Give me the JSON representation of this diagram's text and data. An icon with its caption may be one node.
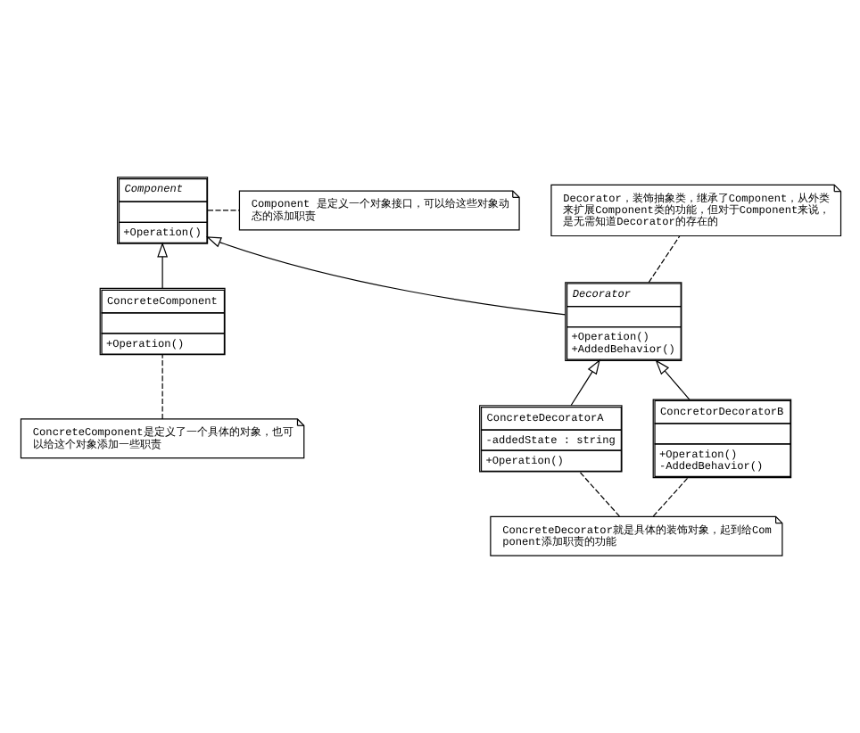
{
  "diagram": {
    "nodes": [
      {
        "text": [
          "Component",
          "+Operation()"
        ]
      },
      {
        "text": [
          "Component 是定义一个对象接口，可以给这些对象动态的添加职责"
        ]
      },
      {
        "text": [
          "ConcreteComponent",
          "+Operation()"
        ]
      },
      {
        "text": [
          "Decorator",
          "+Operation()",
          "+AddedBehavior()"
        ]
      },
      {
        "text": [
          "Decorator，装饰抽象类，继承了Component，从外类来扩展Component类的功能，但对于Component来说，是无需知道Decorator的存在的"
        ]
      },
      {
        "text": [
          "ConcreteDecoratorA",
          "-addedState : string",
          "+Operation()"
        ]
      },
      {
        "text": [
          "ConcretorDecoratorB",
          "+Operation()",
          "-AddedBehavior()"
        ]
      },
      {
        "text": [
          "ConcreteComponent是定义了一个具体的对象，也可以给这个对象添加一些职责"
        ]
      },
      {
        "text": [
          "ConcreteDecorator就是具体的装饰对象，起到给Component添加职责的功能"
        ]
      }
    ],
    "edges": [
      {
        "from": 2,
        "to": 0,
        "arrow": "to"
      },
      {
        "from": 3,
        "to": 0,
        "arrow": "to"
      },
      {
        "from": 5,
        "to": 3,
        "arrow": "to"
      },
      {
        "from": 6,
        "to": 3,
        "arrow": "to"
      },
      {
        "from": 0,
        "to": 1,
        "arrow": "none",
        "style": "dashed"
      },
      {
        "from": 3,
        "to": 4,
        "arrow": "none",
        "style": "dashed"
      },
      {
        "from": 7,
        "to": 2,
        "arrow": "none",
        "style": "dashed"
      },
      {
        "from": 8,
        "to": 5,
        "arrow": "none",
        "style": "dashed"
      },
      {
        "from": 8,
        "to": 6,
        "arrow": "none",
        "style": "dashed"
      }
    ]
  }
}
